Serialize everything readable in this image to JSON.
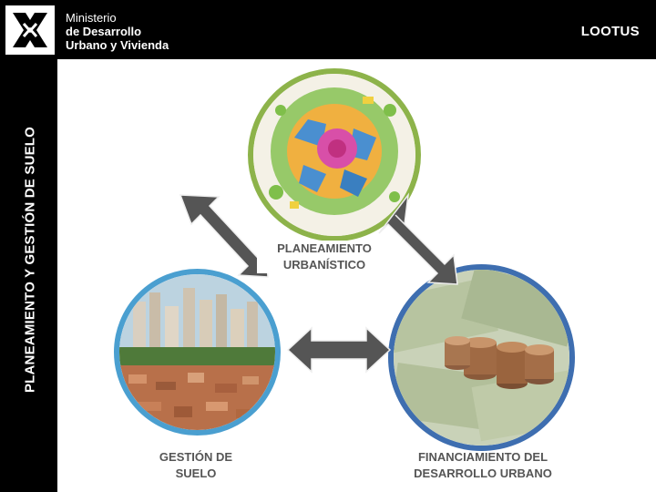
{
  "header": {
    "ministry_line1": "Ministerio",
    "ministry_line2": "de Desarrollo",
    "ministry_line3": "Urbano y Vivienda",
    "brand": "LOOTUS"
  },
  "sidebar": {
    "title": "PLANEAMIENTO Y GESTIÓN DE SUELO"
  },
  "diagram": {
    "top_label_line1": "PLANEAMIENTO",
    "top_label_line2": "URBANÍSTICO",
    "left_label_line1": "GESTIÓN DE",
    "left_label_line2": "SUELO",
    "right_label_line1": "FINANCIAMIENTO DEL",
    "right_label_line2": "DESARROLLO URBANO"
  },
  "colors": {
    "top_ring": "#8db34a",
    "left_ring": "#4a9fd0",
    "right_ring": "#3e6eb0",
    "arrow": "#555555"
  }
}
